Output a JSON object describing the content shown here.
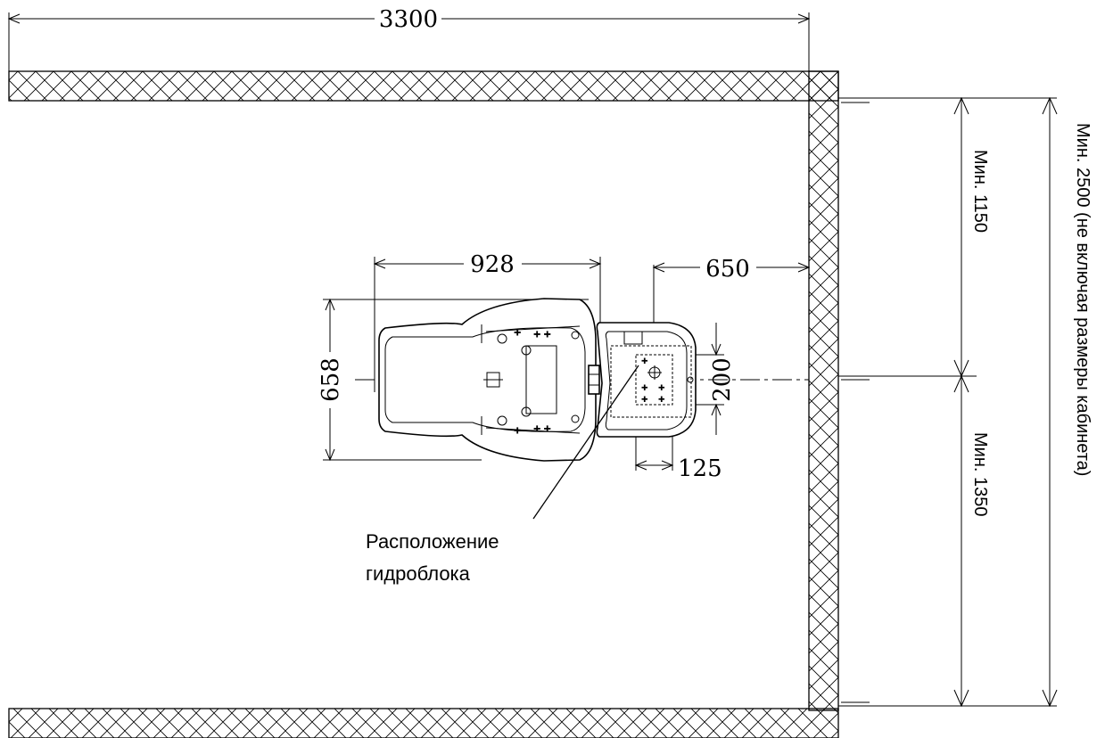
{
  "dimensions": {
    "room_width": "3300",
    "chair_length": "928",
    "chair_width": "658",
    "clearance_right": "650",
    "hydro_width": "200",
    "hydro_offset": "125",
    "min_top": "Мин. 1150",
    "min_bottom": "Мин.  1350",
    "min_total": "Мин. 2500 (не включая размеры кабинета)"
  },
  "labels": {
    "hydro_line1": "Расположение",
    "hydro_line2": "гидроблока"
  }
}
